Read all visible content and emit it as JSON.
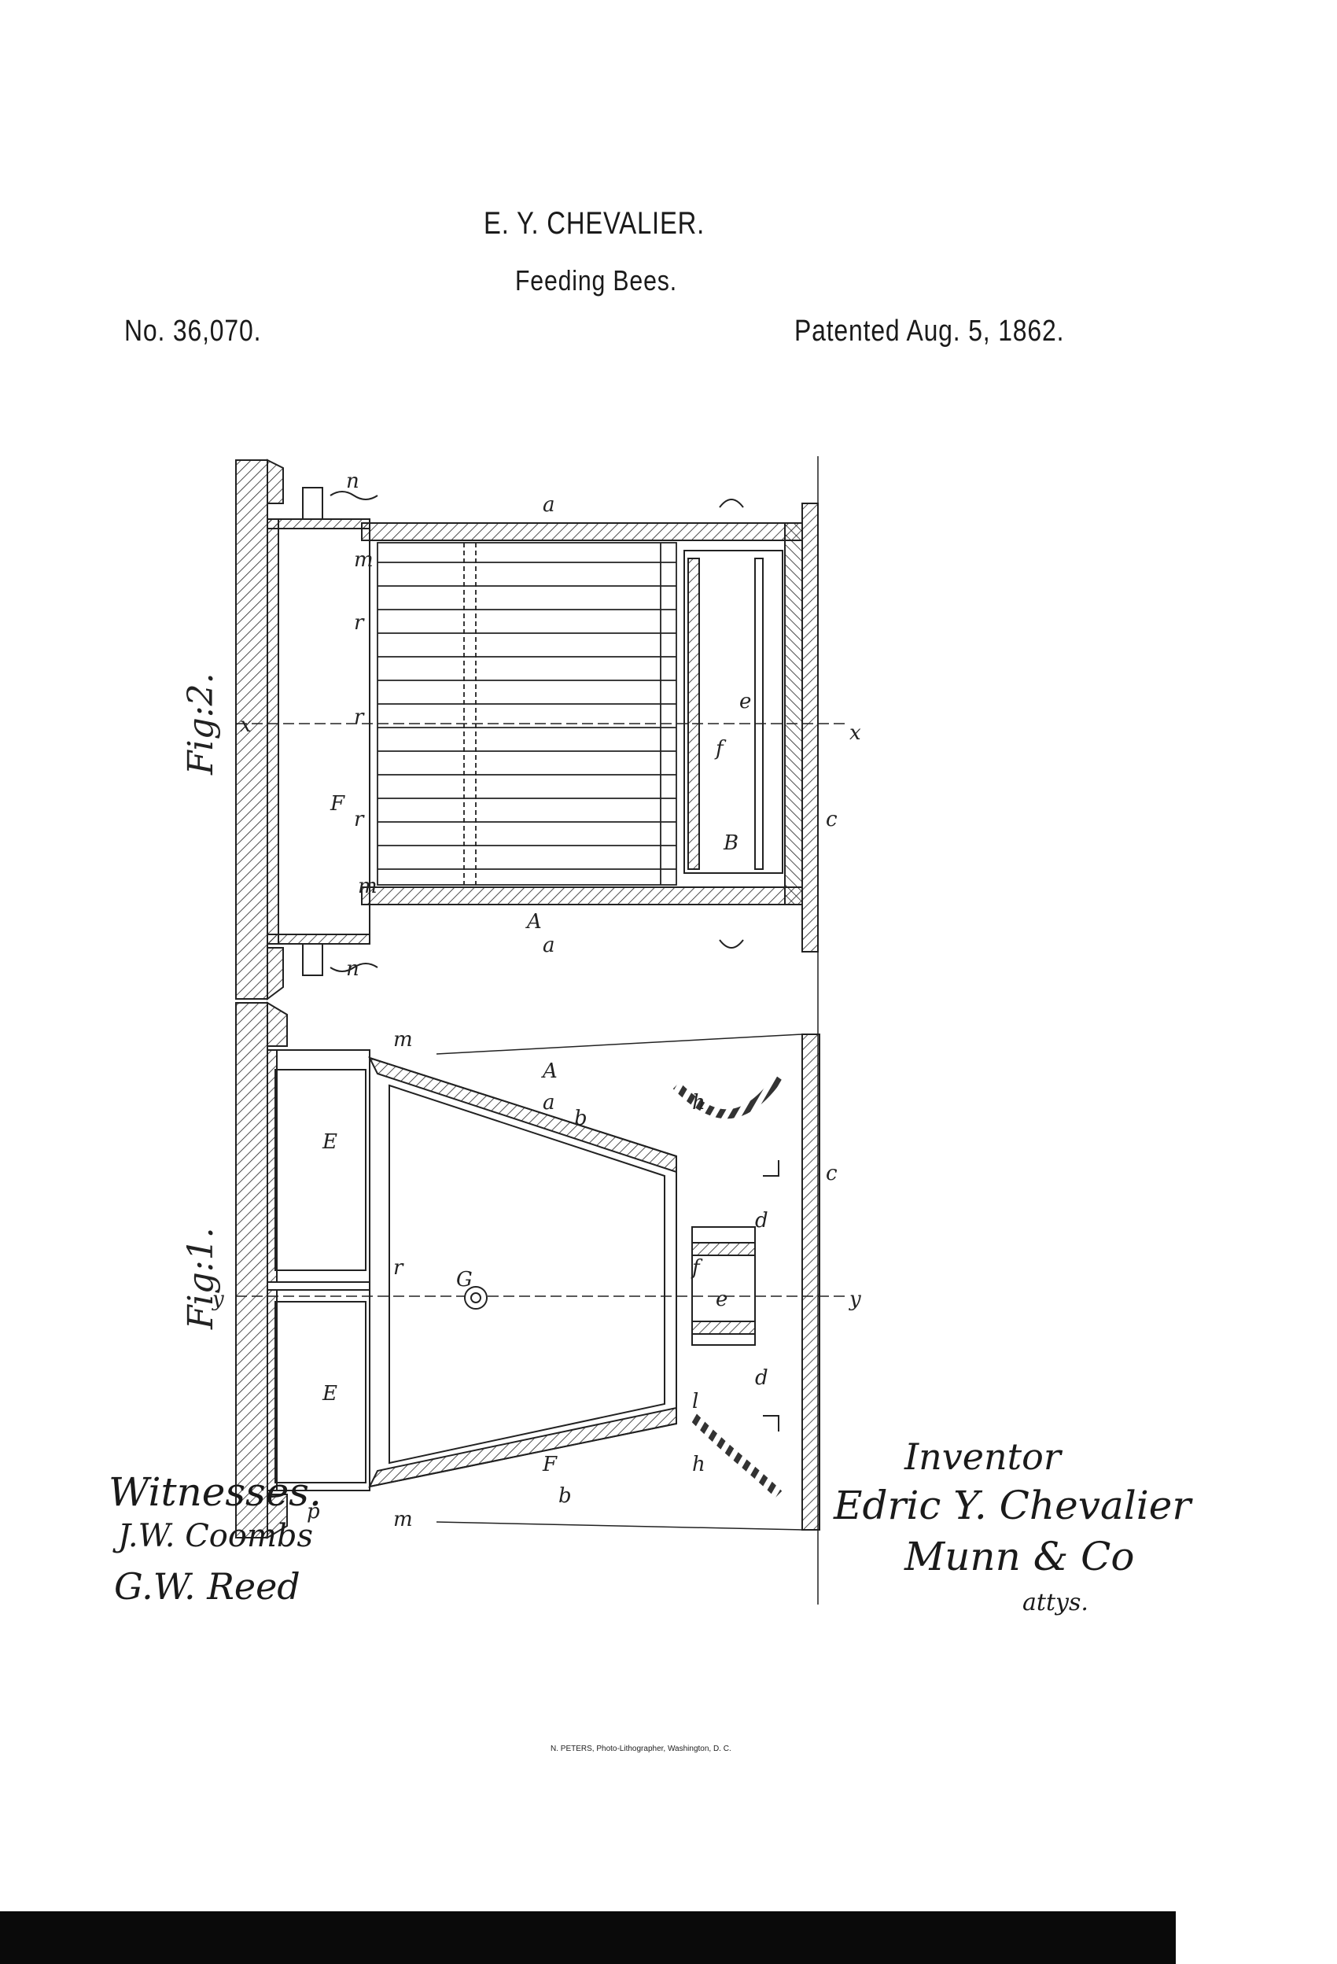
{
  "header": {
    "inventor_name": "E. Y. CHEVALIER.",
    "title": "Feeding Bees.",
    "patent_number": "No. 36,070.",
    "patent_date": "Patented Aug. 5, 1862."
  },
  "figures": {
    "fig1_label": "Fig:1.",
    "fig2_label": "Fig:2."
  },
  "signatures": {
    "witnesses_label": "Witnesses.",
    "witness_1": "J.W. Coombs",
    "witness_2": "G.W. Reed",
    "inventor_label": "Inventor",
    "inventor_signature": "Edric Y. Chevalier",
    "attorney_signature": "Munn & Co",
    "attorney_label": "attys."
  },
  "footer": {
    "lithographer": "N. PETERS, Photo-Lithographer, Washington, D. C."
  }
}
